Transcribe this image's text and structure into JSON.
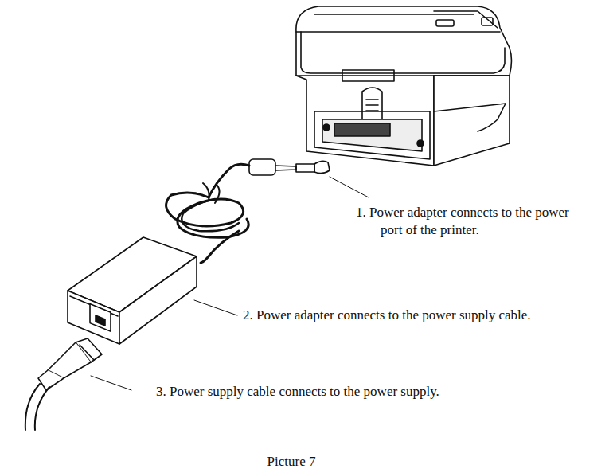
{
  "diagram": {
    "caption": "Picture 7",
    "labels": [
      "1. Power adapter connects to the power port of the printer.",
      "2. Power adapter connects to the power supply cable.",
      "3. Power supply cable connects to the power supply."
    ]
  }
}
